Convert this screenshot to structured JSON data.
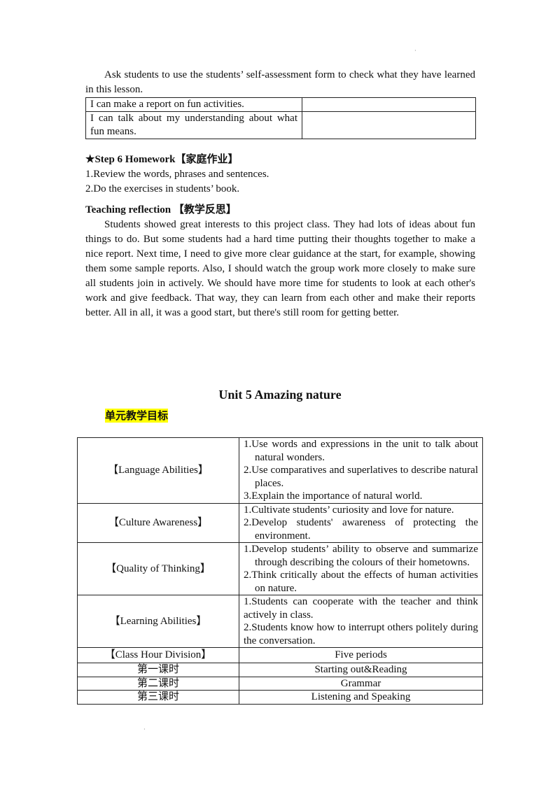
{
  "intro": "Ask students to use the students’ self-assessment form to check what they have learned in this lesson.",
  "assessment_rows": [
    {
      "text": "I can make a report on fun activities.",
      "check": ""
    },
    {
      "text": "I can talk about my understanding about what fun means.",
      "check": ""
    }
  ],
  "step6": {
    "heading": "★Step 6 Homework【家庭作业】",
    "items": [
      "1.Review the words, phrases and sentences.",
      "2.Do the exercises in students’ book."
    ]
  },
  "reflection": {
    "heading": "Teaching reflection 【教学反思】",
    "body": "Students showed great interests to this project class. They had lots of ideas about fun things to do. But some students had a hard time putting their thoughts together to make a nice report. Next time, I need to give more clear guidance at the start, for example, showing them some sample reports. Also, I should watch the group work more closely to make sure all students join in actively. We should have more time for students to look at each other's work and give feedback. That way, they can learn from each other and make their reports better. All in all, it was a good start, but there's still room for getting better."
  },
  "unit_title": "Unit 5 Amazing nature",
  "objectives_label": "单元教学目标",
  "objectives": {
    "language": {
      "label": "【Language Abilities】",
      "items": [
        "1.Use words and expressions in the unit to talk about natural wonders.",
        "2.Use comparatives and superlatives to describe natural places.",
        "3.Explain the importance of natural world."
      ]
    },
    "culture": {
      "label": "【Culture Awareness】",
      "items": [
        "1.Cultivate students’ curiosity and love for nature.",
        "2.Develop students' awareness of protecting the environment."
      ]
    },
    "thinking": {
      "label": "【Quality of Thinking】",
      "items": [
        "1.Develop students’ ability to observe and summarize through describing the colours of their hometowns.",
        "2.Think critically about the effects of human activities on nature."
      ]
    },
    "learning": {
      "label": "【Learning Abilities】",
      "items": [
        "1.Students can cooperate with the teacher and think actively in class.",
        "2.Students know how to interrupt others politely during the conversation."
      ]
    },
    "division": {
      "label": "【Class Hour Division】",
      "value": "Five periods"
    },
    "periods": [
      {
        "label": "第一课时",
        "value": "Starting out&Reading"
      },
      {
        "label": "第二课时",
        "value": "Grammar"
      },
      {
        "label": "第三课时",
        "value": "Listening and Speaking"
      }
    ]
  }
}
